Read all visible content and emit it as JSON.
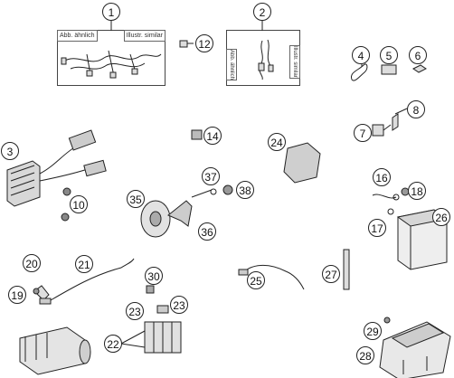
{
  "callouts": {
    "c1": "1",
    "c2": "2",
    "c3": "3",
    "c4": "4",
    "c5": "5",
    "c6": "6",
    "c7": "7",
    "c8": "8",
    "c10": "10",
    "c12": "12",
    "c14": "14",
    "c16": "16",
    "c17": "17",
    "c18": "18",
    "c19": "19",
    "c20": "20",
    "c21": "21",
    "c22": "22",
    "c23a": "23",
    "c23b": "23",
    "c24": "24",
    "c25": "25",
    "c26": "26",
    "c27": "27",
    "c28": "28",
    "c29": "29",
    "c30": "30",
    "c35": "35",
    "c36": "36",
    "c37": "37",
    "c38": "38"
  },
  "panel1": {
    "tag_left": "Abb. ähnlich",
    "tag_right": "Illustr. similar"
  },
  "panel2": {
    "tag_left": "Abb. ähnlich",
    "tag_right": "Illustr. similar"
  },
  "colors": {
    "line": "#222222",
    "part_fill": "#f4f4f4",
    "dark_fill": "#9a9a9a"
  }
}
